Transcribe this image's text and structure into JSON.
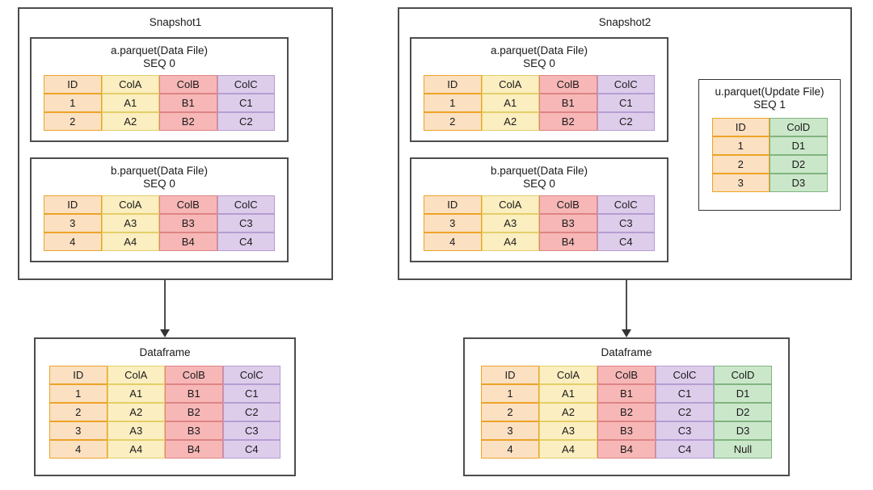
{
  "diagram": {
    "columns": {
      "id": "ID",
      "cola": "ColA",
      "colb": "ColB",
      "colc": "ColC",
      "cold": "ColD"
    },
    "colors": {
      "id_fill": "#fbe0c2",
      "id_border": "#eda426",
      "cola_fill": "#fbeec0",
      "cola_border": "#e3cf6a",
      "colb_fill": "#f7b7b7",
      "colb_border": "#de8484",
      "colc_fill": "#ddcdeb",
      "colc_border": "#b69dd1",
      "cold_fill": "#cbe7ca",
      "cold_border": "#81b57f",
      "box_border": "#4d4d4d",
      "arrow": "#333333"
    }
  },
  "snapshot1": {
    "title": "Snapshot1",
    "files": [
      {
        "title": "a.parquet(Data File)\nSEQ 0",
        "name_line": "a.parquet(Data File)",
        "seq_line": "SEQ 0",
        "headers": [
          "ID",
          "ColA",
          "ColB",
          "ColC"
        ],
        "rows": [
          [
            "1",
            "A1",
            "B1",
            "C1"
          ],
          [
            "2",
            "A2",
            "B2",
            "C2"
          ]
        ]
      },
      {
        "title": "b.parquet(Data File)\nSEQ 0",
        "name_line": "b.parquet(Data File)",
        "seq_line": "SEQ 0",
        "headers": [
          "ID",
          "ColA",
          "ColB",
          "ColC"
        ],
        "rows": [
          [
            "3",
            "A3",
            "B3",
            "C3"
          ],
          [
            "4",
            "A4",
            "B4",
            "C4"
          ]
        ]
      }
    ]
  },
  "snapshot2": {
    "title": "Snapshot2",
    "files": [
      {
        "title": "a.parquet(Data File)\nSEQ 0",
        "name_line": "a.parquet(Data File)",
        "seq_line": "SEQ 0",
        "headers": [
          "ID",
          "ColA",
          "ColB",
          "ColC"
        ],
        "rows": [
          [
            "1",
            "A1",
            "B1",
            "C1"
          ],
          [
            "2",
            "A2",
            "B2",
            "C2"
          ]
        ]
      },
      {
        "title": "b.parquet(Data File)\nSEQ 0",
        "name_line": "b.parquet(Data File)",
        "seq_line": "SEQ 0",
        "headers": [
          "ID",
          "ColA",
          "ColB",
          "ColC"
        ],
        "rows": [
          [
            "3",
            "A3",
            "B3",
            "C3"
          ],
          [
            "4",
            "A4",
            "B4",
            "C4"
          ]
        ]
      }
    ],
    "update_file": {
      "title": "u.parquet(Update File)\nSEQ 1",
      "name_line": "u.parquet(Update File)",
      "seq_line": "SEQ 1",
      "headers": [
        "ID",
        "ColD"
      ],
      "rows": [
        [
          "1",
          "D1"
        ],
        [
          "2",
          "D2"
        ],
        [
          "3",
          "D3"
        ]
      ]
    }
  },
  "dataframe_left": {
    "title": "Dataframe",
    "headers": [
      "ID",
      "ColA",
      "ColB",
      "ColC"
    ],
    "rows": [
      [
        "1",
        "A1",
        "B1",
        "C1"
      ],
      [
        "2",
        "A2",
        "B2",
        "C2"
      ],
      [
        "3",
        "A3",
        "B3",
        "C3"
      ],
      [
        "4",
        "A4",
        "B4",
        "C4"
      ]
    ]
  },
  "dataframe_right": {
    "title": "Dataframe",
    "headers": [
      "ID",
      "ColA",
      "ColB",
      "ColC",
      "ColD"
    ],
    "rows": [
      [
        "1",
        "A1",
        "B1",
        "C1",
        "D1"
      ],
      [
        "2",
        "A2",
        "B2",
        "C2",
        "D2"
      ],
      [
        "3",
        "A3",
        "B3",
        "C3",
        "D3"
      ],
      [
        "4",
        "A4",
        "B4",
        "C4",
        "Null"
      ]
    ]
  }
}
